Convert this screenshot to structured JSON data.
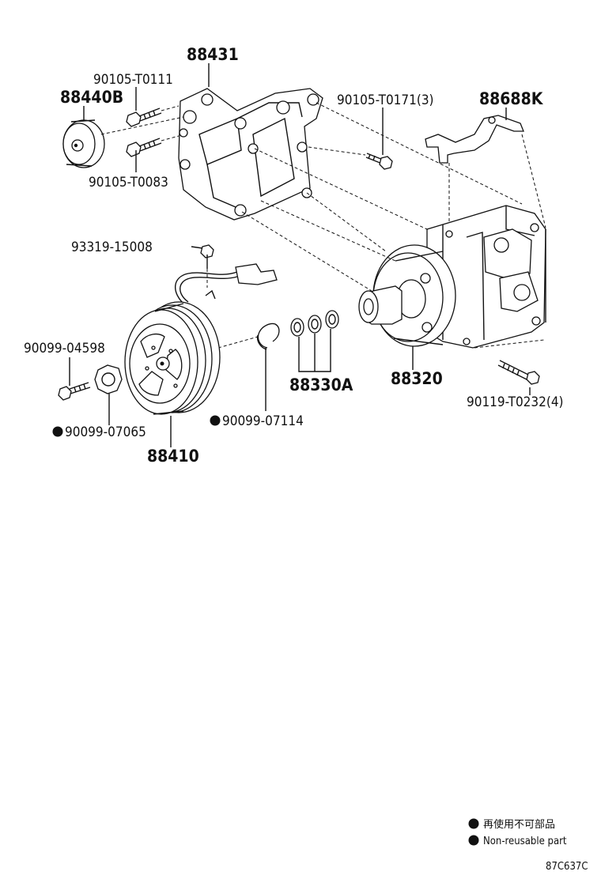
{
  "labels": {
    "p88431": "88431",
    "p90105_T0111": "90105-T0111",
    "p88440B": "88440B",
    "p90105_T0171": "90105-T0171(3)",
    "p88688K": "88688K",
    "p90105_T0083": "90105-T0083",
    "p93319_15008": "93319-15008",
    "p90099_04598": "90099-04598",
    "p90099_07065": "90099-07065",
    "p90099_07114": "90099-07114",
    "p88410": "88410",
    "p88330A": "88330A",
    "p88320": "88320",
    "p90119_T0232": "90119-T0232(4)"
  },
  "legend": {
    "line_ja": "再使用不可部品",
    "line_en": "Non-reusable part"
  },
  "figure_code": "87C637C"
}
